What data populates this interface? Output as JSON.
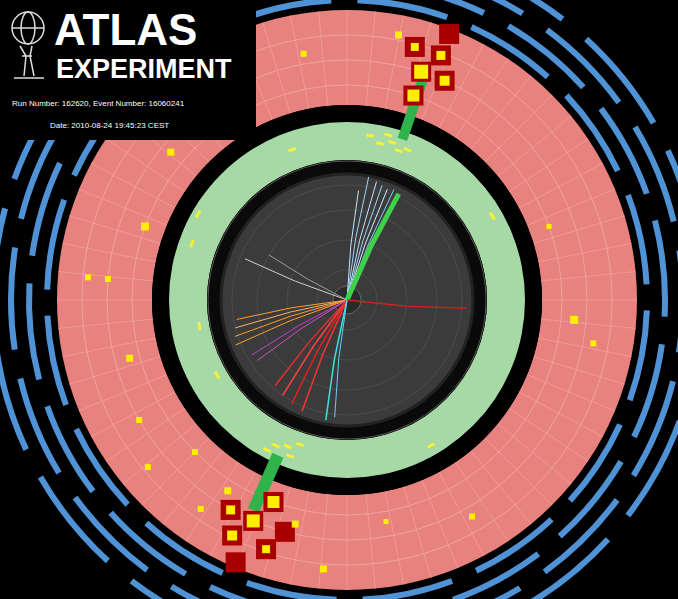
{
  "diagram": {
    "labels": [
      "ATLAS",
      "EXPERIMENT",
      "Run Number: 162620, Event Number: 16060241",
      "Date: 2010-08-24 19:45:23 CEST"
    ]
  }
}
